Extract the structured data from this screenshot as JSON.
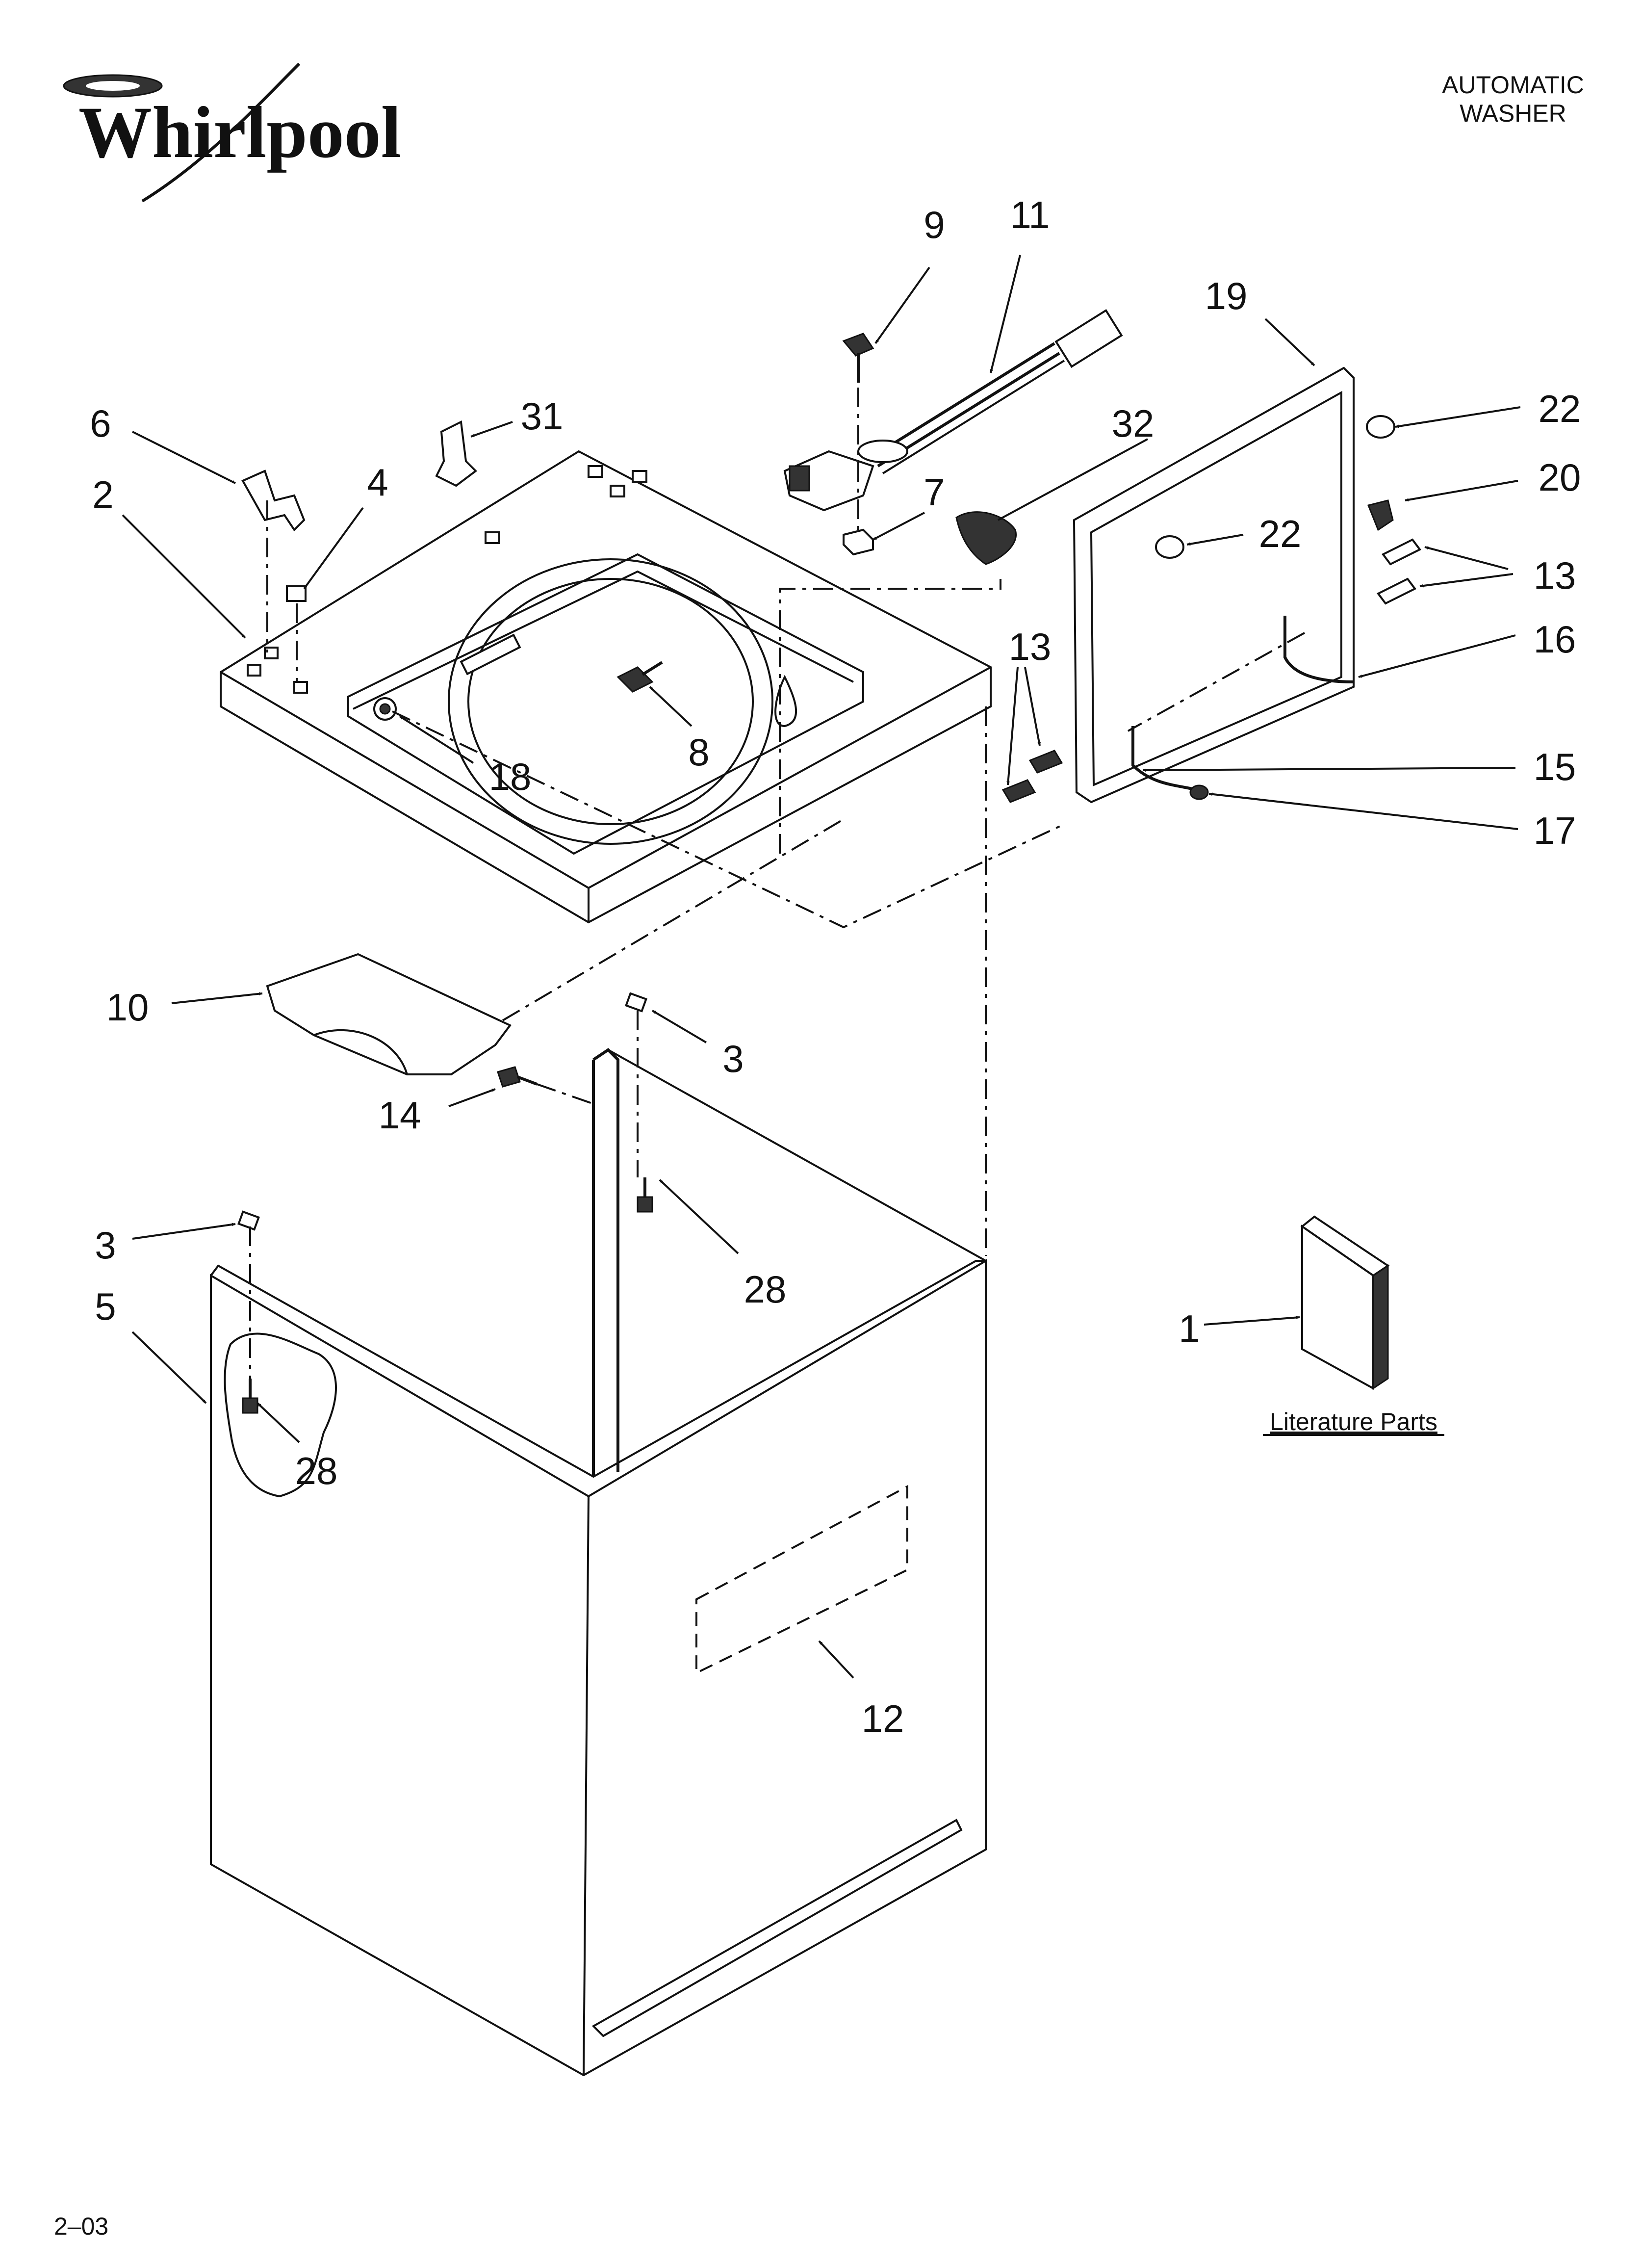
{
  "brand": "Whirlpool",
  "header": {
    "line1": "AUTOMATIC",
    "line2": "WASHER"
  },
  "footer": {
    "code": "2–03"
  },
  "literature": {
    "label": "Literature Parts"
  },
  "callouts": [
    {
      "id": "c9",
      "label": "9"
    },
    {
      "id": "c11",
      "label": "11"
    },
    {
      "id": "c19",
      "label": "19"
    },
    {
      "id": "c22a",
      "label": "22"
    },
    {
      "id": "c20",
      "label": "20"
    },
    {
      "id": "c22b",
      "label": "22"
    },
    {
      "id": "c13a",
      "label": "13"
    },
    {
      "id": "c16",
      "label": "16"
    },
    {
      "id": "c13b",
      "label": "13"
    },
    {
      "id": "c15",
      "label": "15"
    },
    {
      "id": "c17",
      "label": "17"
    },
    {
      "id": "c6",
      "label": "6"
    },
    {
      "id": "c31",
      "label": "31"
    },
    {
      "id": "c32",
      "label": "32"
    },
    {
      "id": "c2",
      "label": "2"
    },
    {
      "id": "c4",
      "label": "4"
    },
    {
      "id": "c7",
      "label": "7"
    },
    {
      "id": "c8",
      "label": "8"
    },
    {
      "id": "c18",
      "label": "18"
    },
    {
      "id": "c10",
      "label": "10"
    },
    {
      "id": "c3a",
      "label": "3"
    },
    {
      "id": "c14",
      "label": "14"
    },
    {
      "id": "c28a",
      "label": "28"
    },
    {
      "id": "c3b",
      "label": "3"
    },
    {
      "id": "c5",
      "label": "5"
    },
    {
      "id": "c28b",
      "label": "28"
    },
    {
      "id": "c1",
      "label": "1"
    },
    {
      "id": "c12",
      "label": "12"
    }
  ]
}
